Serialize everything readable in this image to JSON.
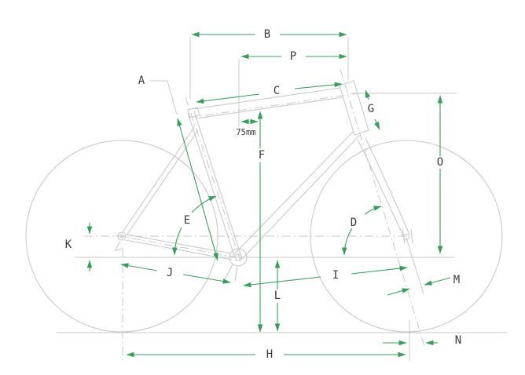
{
  "diagram": {
    "type": "bicycle-frame-geometry",
    "dimension_labels": {
      "A": "A",
      "B": "B",
      "C": "C",
      "D": "D",
      "E": "E",
      "F": "F",
      "G": "G",
      "H": "H",
      "I": "I",
      "J": "J",
      "K": "K",
      "L": "L",
      "M": "M",
      "N": "N",
      "O": "O",
      "P": "P"
    },
    "annotations": {
      "seat_tube_offset": "75mm"
    },
    "colors": {
      "dimension_green": "#35a05c",
      "frame_gray": "#c9c9c9",
      "label_dark": "#3b3b3b",
      "background": "#ffffff"
    }
  }
}
